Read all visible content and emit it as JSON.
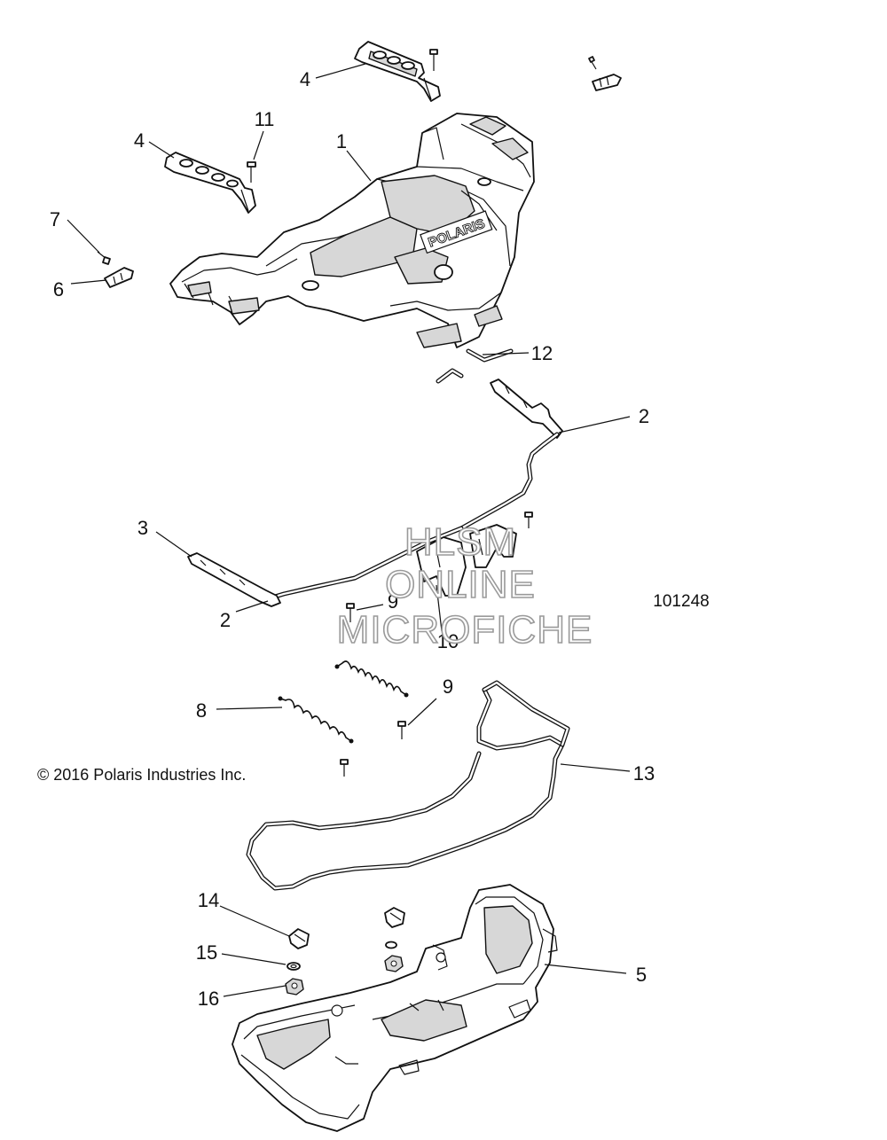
{
  "diagram": {
    "figure_number": "101248",
    "copyright": "© 2016 Polaris Industries Inc.",
    "watermark": [
      "HLSM",
      "ONLINE",
      "MICROFICHE"
    ],
    "brand_mark": "POLARIS",
    "callouts": {
      "c1": "1",
      "c2a": "2",
      "c2b": "2",
      "c3": "3",
      "c4a": "4",
      "c4b": "4",
      "c5": "5",
      "c6": "6",
      "c7": "7",
      "c8": "8",
      "c9a": "9",
      "c9b": "9",
      "c10": "10",
      "c11": "11",
      "c12": "12",
      "c13": "13",
      "c14": "14",
      "c15": "15",
      "c16": "16"
    }
  }
}
